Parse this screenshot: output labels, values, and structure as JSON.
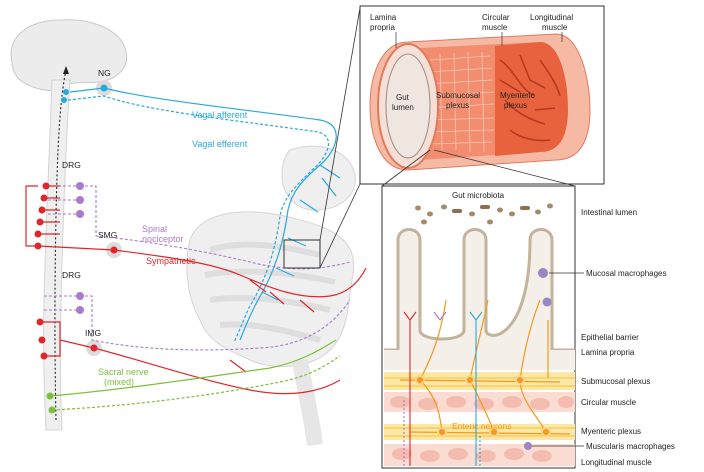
{
  "anatomy": {
    "ganglia": {
      "ng": "NG",
      "drg_upper": "DRG",
      "smg": "SMG",
      "drg_lower": "DRG",
      "img": "IMG"
    },
    "pathways": {
      "vagal_afferent": "Vagal afferent",
      "vagal_efferent": "Vagal efferent",
      "spinal_nociceptor": "Spinal nociceptor",
      "sympathetic": "Sympathetic",
      "sacral_nerve": "Sacral nerve (mixed)"
    }
  },
  "gut_tube": {
    "lamina_propria": "Lamina propria",
    "circular_muscle": "Circular muscle",
    "longitudinal_muscle": "Longitudinal muscle",
    "gut_lumen": "Gut lumen",
    "submucosal_plexus": "Submucosal plexus",
    "myenteric_plexus": "Myenteric plexus"
  },
  "cross_section": {
    "gut_microbiota": "Gut microbiota",
    "enteric_neurons": "Enteric neurons",
    "labels": {
      "intestinal_lumen": "Intestinal lumen",
      "mucosal_macrophages": "Mucosal macrophages",
      "epithelial_barrier": "Epithelial barrier",
      "lamina_propria": "Lamina propria",
      "submucosal_plexus": "Submucosal plexus",
      "circular_muscle": "Circular muscle",
      "myenteric_plexus": "Myenteric plexus",
      "muscularis_macrophages": "Muscularis macrophages",
      "longitudinal_muscle": "Longitudinal muscle"
    }
  },
  "colors": {
    "vagal": "#29a8e0",
    "spinal": "#a97cc9",
    "sympathetic": "#e0262b",
    "sacral": "#7cbf3a",
    "enteric": "#f39a1e",
    "muscle": "#f08f6e"
  }
}
